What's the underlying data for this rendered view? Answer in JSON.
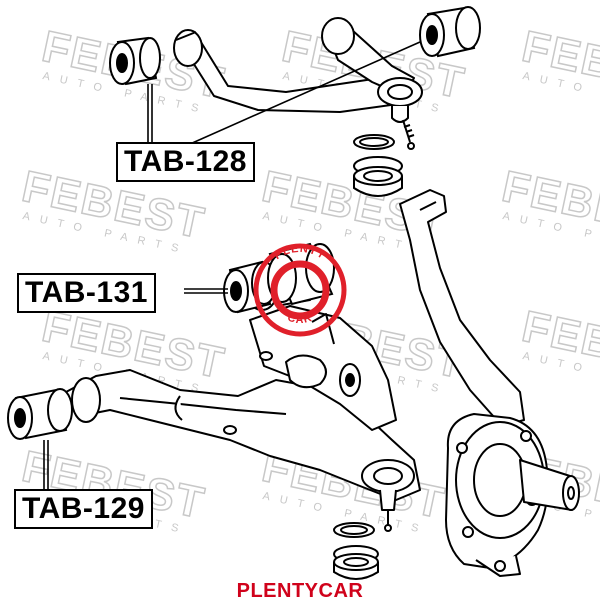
{
  "part_labels": {
    "upper_arm_bushing": "TAB-128",
    "lower_arm_rear_bushing": "TAB-131",
    "lower_arm_front_bushing": "TAB-129"
  },
  "watermark": {
    "text": "FEBEST",
    "subtext": "AUTO PARTS",
    "color": "#c8c8c8"
  },
  "stamp": {
    "top_text": "PLENTY",
    "bottom_text": "CAR",
    "color": "#e0202a"
  },
  "footer": {
    "brand": "PLENTYCAR",
    "color": "#d0021b"
  }
}
